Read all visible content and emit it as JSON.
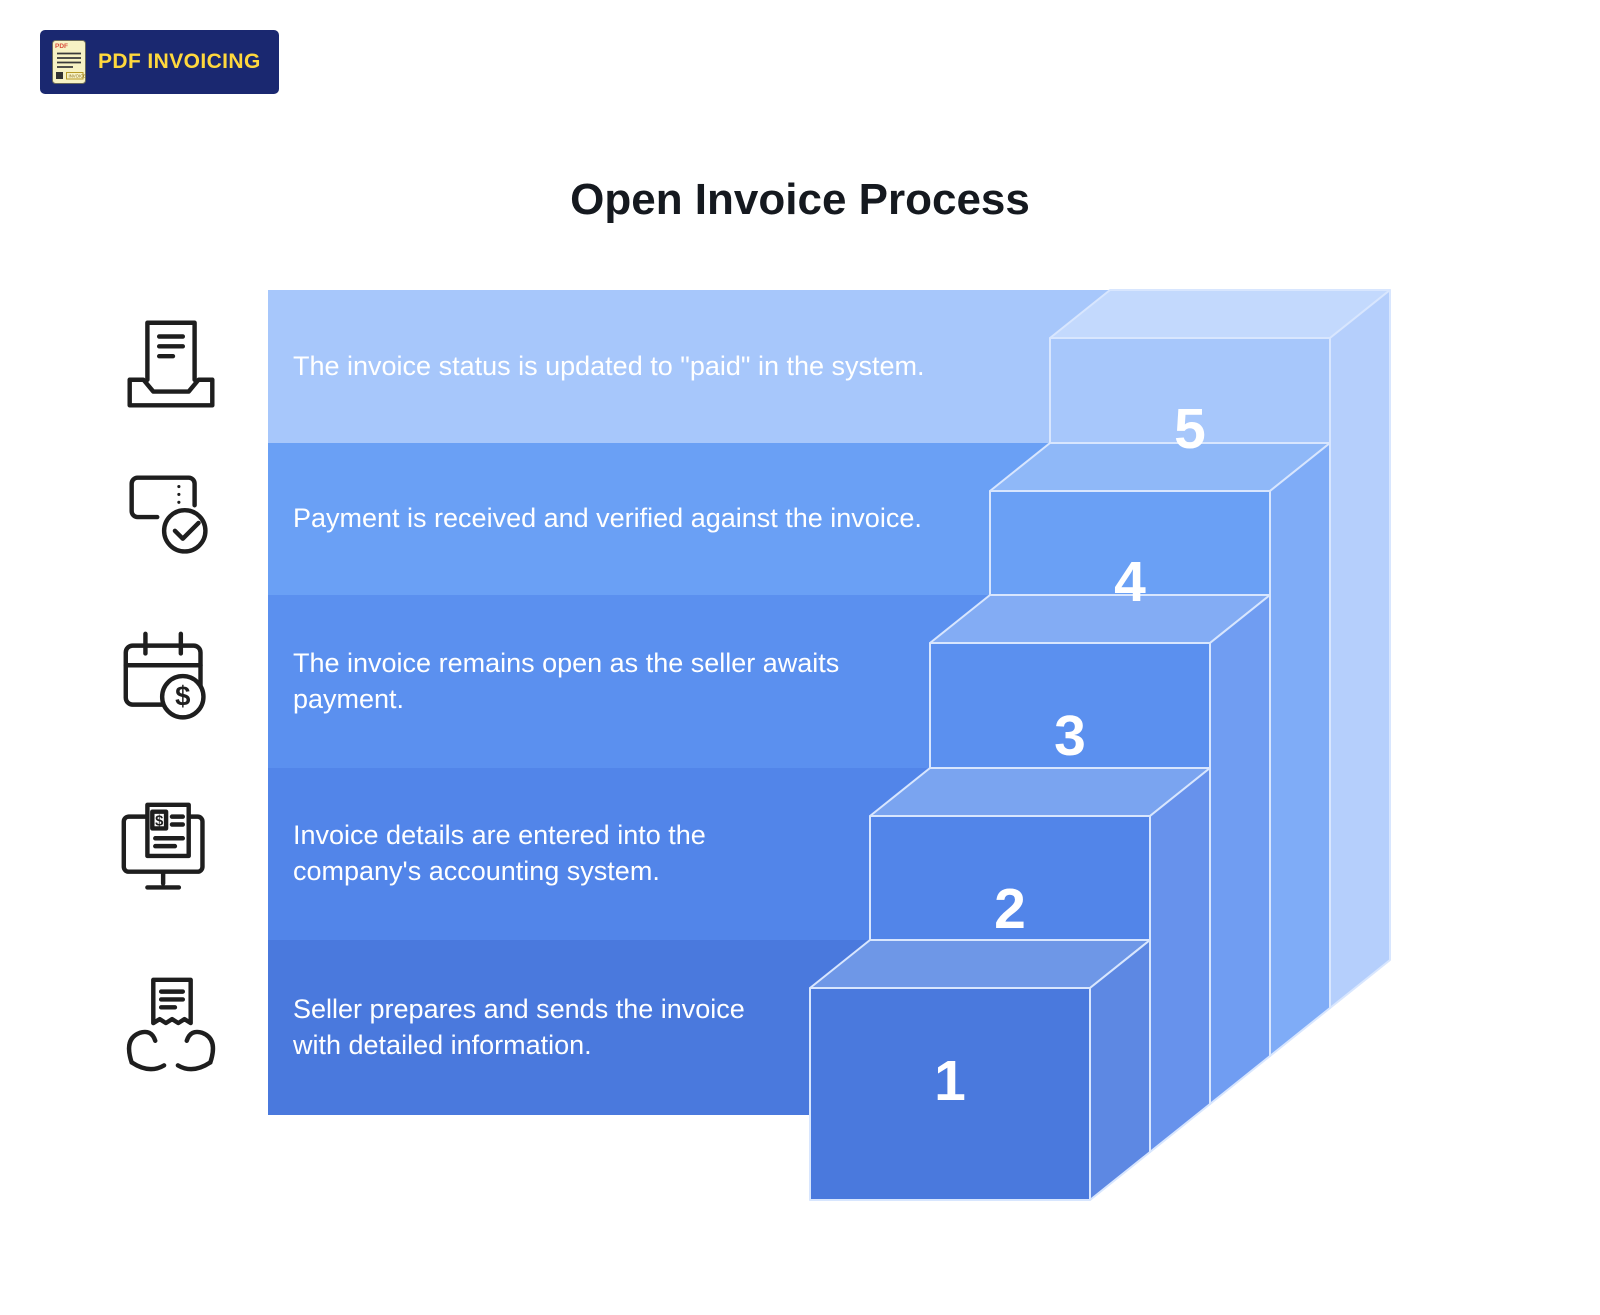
{
  "logo": {
    "label": "PDF INVOICING",
    "bg": "#1A2870",
    "text_color": "#FFD83D"
  },
  "title": "Open Invoice Process",
  "steps": [
    {
      "number": "1",
      "description": "Seller prepares and sends the invoice with detailed information.",
      "front": "#4A79DD",
      "top": "#6E97E7",
      "side": "#5D88E3",
      "icon": "hands-invoice-icon"
    },
    {
      "number": "2",
      "description": "Invoice details are entered into the company's accounting system.",
      "front": "#5285E9",
      "top": "#7AA4F0",
      "side": "#6792EC",
      "icon": "monitor-invoice-icon"
    },
    {
      "number": "3",
      "description": "The invoice remains open as the seller awaits payment.",
      "front": "#5B90EF",
      "top": "#83ACF4",
      "side": "#709DF2",
      "icon": "calendar-dollar-icon"
    },
    {
      "number": "4",
      "description": "Payment is received and verified against the invoice.",
      "front": "#6AA0F5",
      "top": "#8FB8F8",
      "side": "#7FACF7",
      "icon": "receipt-check-icon"
    },
    {
      "number": "5",
      "description": "The invoice status is updated to \"paid\" in the system.",
      "front": "#A7C7FB",
      "top": "#C3D9FD",
      "side": "#B5CFFC",
      "icon": "document-inbox-icon"
    }
  ]
}
